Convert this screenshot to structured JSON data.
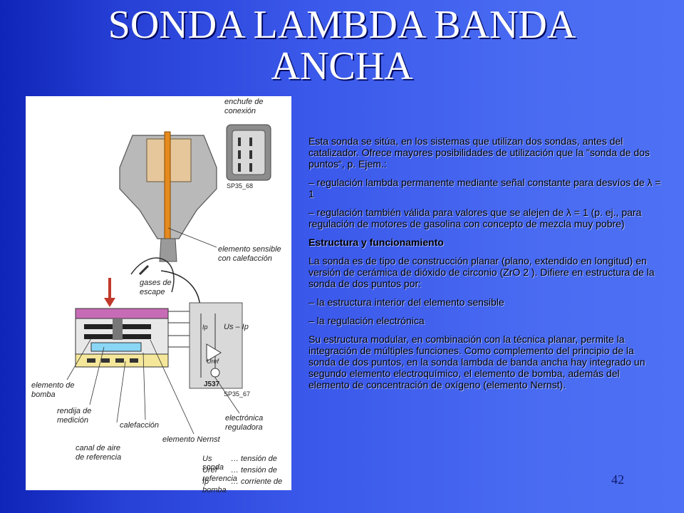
{
  "slide": {
    "title": "SONDA LAMBDA BANDA ANCHA",
    "page_number": "42"
  },
  "diagram": {
    "labels": {
      "enchufe": "enchufe de\nconexión",
      "sp35_68": "SP35_68",
      "elemento_sensible": "elemento sensible\ncon calefacción",
      "gases": "gases de\nescape",
      "us_ip": "Us – Ip",
      "ip": "Ip",
      "uref": "Uref",
      "j537": "J537",
      "sp35_67": "SP35_67",
      "elemento_bomba": "elemento de\nbomba",
      "rendija": "rendija de\nmedición",
      "calefaccion": "calefacción",
      "electronica": "electrónica\nreguladora",
      "nernst": "elemento Nernst",
      "canal": "canal de aire\nde referencia"
    },
    "legend": [
      {
        "symbol": "Us",
        "text": "… tensión de sonda"
      },
      {
        "symbol": "Uref",
        "text": "… tensión de referencia"
      },
      {
        "symbol": "Ip",
        "text": "… corriente de bomba"
      }
    ]
  },
  "body": {
    "p1": "Esta sonda se sitúa, en los sistemas que utilizan dos sondas, antes del catalizador. Ofrece mayores posibilidades de utilización que la \"sonda de dos puntos“, p. Ejem.:",
    "p2": "– regulación lambda permanente mediante señal constante para desvíos de λ = 1",
    "p3": "– regulación también válida para valores que se alejen de λ = 1 (p. ej., para regulación de motores de gasolina con concepto de mezcla muy pobre)",
    "heading": "Estructura y funcionamiento",
    "p4": "La sonda es de tipo de construcción planar (plano, extendido en longitud) en versión de cerámica de dióxido de circonio (ZrO 2 ). Difiere en estructura de la sonda de dos puntos por:",
    "p5": "– la estructura interior del elemento sensible",
    "p6": "– la regulación electrónica",
    "p7": "Su estructura modular, en combinación con la técnica planar, permite la integración de múltiples funciones. Como complemento del principio de la sonda de dos puntos, en la sonda lambda de banda ancha hay integrado un segundo elemento electroquímico, el elemento de bomba, además del elemento de concentración de oxígeno (elemento Nernst)."
  }
}
